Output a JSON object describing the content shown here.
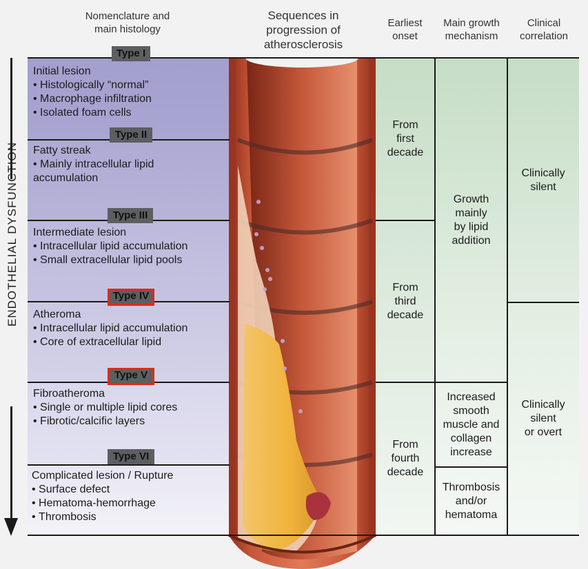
{
  "headers": {
    "nomenclature": "Nomenclature and\nmain histology",
    "sequences": "Sequences in\nprogression of\natherosclerosis",
    "onset": "Earliest\nonset",
    "growth": "Main growth\nmechanism",
    "clinical": "Clinical\ncorrelation"
  },
  "side_label": "ENDOTHELIAL DYSFUNCTION",
  "lesions": [
    {
      "type": "Type I",
      "name": "Initial lesion",
      "items": [
        "Histologically “normal”",
        "Macrophage infiltration",
        "Isolated foam cells"
      ],
      "highlight": false
    },
    {
      "type": "Type II",
      "name": "Fatty streak",
      "items": [
        "Mainly intracellular lipid accumulation"
      ],
      "highlight": false
    },
    {
      "type": "Type III",
      "name": "Intermediate lesion",
      "items": [
        "Intracellular lipid accumulation",
        "Small extracellular lipid pools"
      ],
      "highlight": false
    },
    {
      "type": "Type IV",
      "name": "Atheroma",
      "items": [
        "Intracellular lipid accumulation",
        "Core of extracellular lipid"
      ],
      "highlight": true
    },
    {
      "type": "Type V",
      "name": "Fibroatheroma",
      "items": [
        "Single or multiple lipid cores",
        "Fibrotic/calcific layers"
      ],
      "highlight": true
    },
    {
      "type": "Type VI",
      "name": "Complicated lesion / Rupture",
      "items": [
        "Surface defect",
        "Hematoma-hemorrhage",
        "Thrombosis"
      ],
      "highlight": false
    }
  ],
  "onset": [
    "From\nfirst\ndecade",
    "From\nthird\ndecade",
    "From\nfourth\ndecade"
  ],
  "growth": [
    "Growth\nmainly\nby lipid\naddition",
    "Increased\nsmooth\nmuscle and\ncollagen\nincrease",
    "Thrombosis\nand/or\nhematoma"
  ],
  "clinical": [
    "Clinically\nsilent",
    "Clinically\nsilent\nor overt"
  ],
  "colors": {
    "lesion_purple_dark": "#a09ccc",
    "lesion_purple_light": "#ecebf5",
    "onset_green": "#cfe3cf",
    "highlight_red": "#e02a1c",
    "badge_gray": "#5b5f60",
    "artery_red": "#b5452c",
    "plaque_yellow": "#f0b93a"
  }
}
